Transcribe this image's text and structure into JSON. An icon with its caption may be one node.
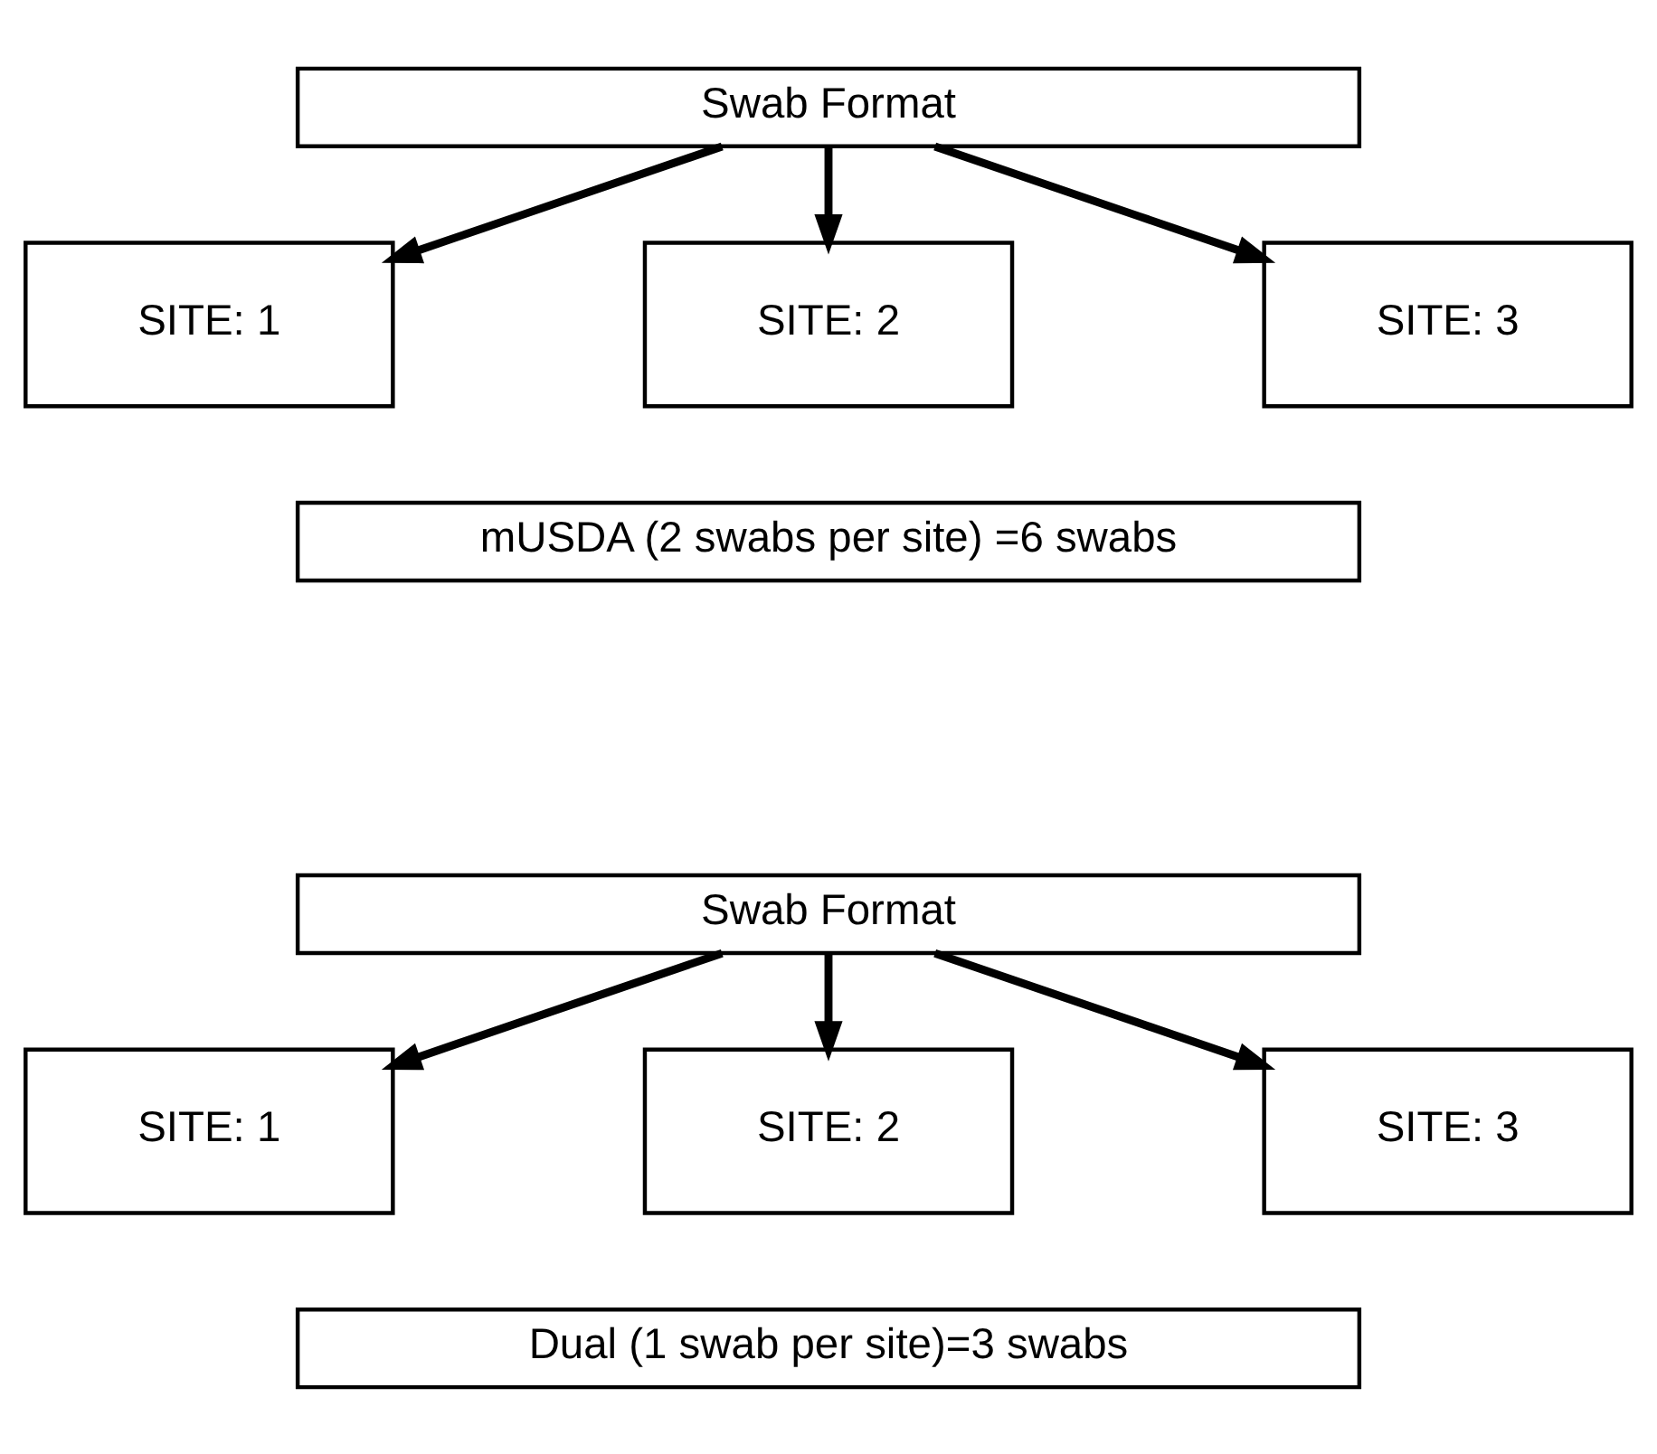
{
  "diagram": {
    "nodes": [
      {
        "text": [
          "Swab Format"
        ]
      },
      {
        "text": [
          "SITE: 1"
        ]
      },
      {
        "text": [
          "SITE: 2"
        ]
      },
      {
        "text": [
          "SITE: 3"
        ]
      },
      {
        "text": [
          "mUSDA (2 swabs per site) =6 swabs"
        ]
      },
      {
        "text": [
          "Swab Format"
        ]
      },
      {
        "text": [
          "SITE: 1"
        ]
      },
      {
        "text": [
          "SITE: 2"
        ]
      },
      {
        "text": [
          "SITE: 3"
        ]
      },
      {
        "text": [
          "Dual (1 swab per site)=3 swabs"
        ]
      }
    ],
    "edges": [
      {
        "from": 0,
        "to": 1,
        "arrow": "to"
      },
      {
        "from": 0,
        "to": 2,
        "arrow": "to"
      },
      {
        "from": 0,
        "to": 3,
        "arrow": "to"
      },
      {
        "from": 5,
        "to": 6,
        "arrow": "to"
      },
      {
        "from": 5,
        "to": 7,
        "arrow": "to"
      },
      {
        "from": 5,
        "to": 8,
        "arrow": "to"
      }
    ]
  }
}
